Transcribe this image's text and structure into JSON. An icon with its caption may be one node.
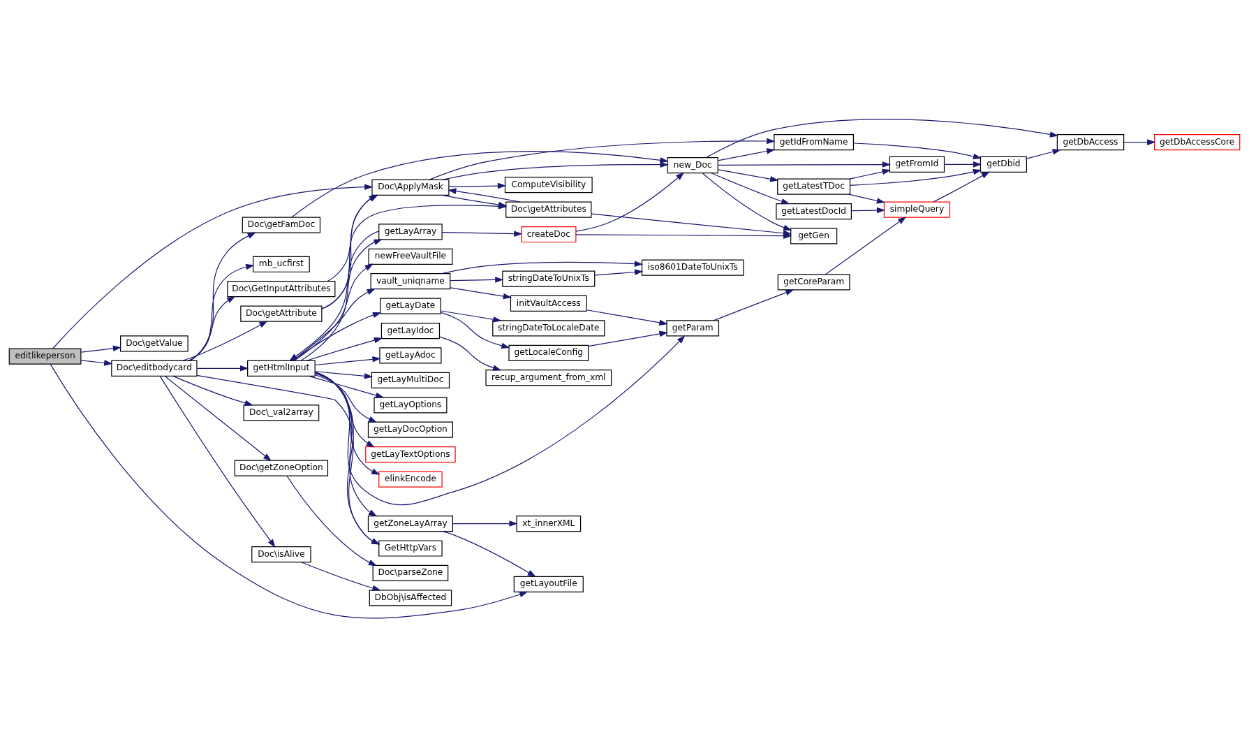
{
  "diagram": {
    "nodes": [
      {
        "text": [
          "editlikeperson"
        ]
      },
      {
        "text": [
          "Doc\\editbodycard"
        ]
      },
      {
        "text": [
          "Doc\\getValue"
        ]
      },
      {
        "text": [
          "getLayoutFile"
        ]
      },
      {
        "text": [
          "getHtmlInput"
        ]
      },
      {
        "text": [
          "getLayAdoc"
        ]
      },
      {
        "text": [
          "getLayMultiDoc"
        ]
      },
      {
        "text": [
          "getLayOptions"
        ]
      },
      {
        "text": [
          "getZoneLayArray"
        ]
      },
      {
        "text": [
          "getLayDocOption"
        ]
      },
      {
        "text": [
          "getLayTextOptions"
        ]
      },
      {
        "text": [
          "elinkEncode"
        ]
      },
      {
        "text": [
          "newFreeVaultFile"
        ]
      },
      {
        "text": [
          "getLayDate"
        ]
      },
      {
        "text": [
          "vault_uniqname"
        ]
      },
      {
        "text": [
          "getLayIdoc"
        ]
      },
      {
        "text": [
          "getLayArray"
        ]
      },
      {
        "text": [
          "GetHttpVars"
        ]
      },
      {
        "text": [
          "xt_innerXML"
        ]
      },
      {
        "text": [
          "stringDateToLocaleDate"
        ]
      },
      {
        "text": [
          "getLocaleConfig"
        ]
      },
      {
        "text": [
          "stringDateToUnixTs"
        ]
      },
      {
        "text": [
          "initVaultAccess"
        ]
      },
      {
        "text": [
          "recup_argument_from_xml"
        ]
      },
      {
        "text": [
          "iso8601DateToUnixTs"
        ]
      },
      {
        "text": [
          "getParam"
        ]
      },
      {
        "text": [
          "getCoreParam"
        ]
      },
      {
        "text": [
          "Doc\\getZoneOption"
        ]
      },
      {
        "text": [
          "Doc\\parseZone"
        ]
      },
      {
        "text": [
          "Doc\\isAlive"
        ]
      },
      {
        "text": [
          "DbObj\\isAffected"
        ]
      },
      {
        "text": [
          "Doc\\getAttribute"
        ]
      },
      {
        "text": [
          "Doc\\_val2array"
        ]
      },
      {
        "text": [
          "Doc\\GetInputAttributes"
        ]
      },
      {
        "text": [
          "mb_ucfirst"
        ]
      },
      {
        "text": [
          "Doc\\getFamDoc"
        ]
      },
      {
        "text": [
          "Doc\\ApplyMask"
        ]
      },
      {
        "text": [
          "createDoc"
        ]
      },
      {
        "text": [
          "Doc\\getAttributes"
        ]
      },
      {
        "text": [
          "ComputeVisibility"
        ]
      },
      {
        "text": [
          "new_Doc"
        ]
      },
      {
        "text": [
          "getIdFromName"
        ]
      },
      {
        "text": [
          "getGen"
        ]
      },
      {
        "text": [
          "getLatestDocId"
        ]
      },
      {
        "text": [
          "getLatestTDoc"
        ]
      },
      {
        "text": [
          "simpleQuery"
        ]
      },
      {
        "text": [
          "getDbid"
        ]
      },
      {
        "text": [
          "getFromId"
        ]
      },
      {
        "text": [
          "getDbAccess"
        ]
      },
      {
        "text": [
          "getDbAccessCore"
        ]
      }
    ],
    "edges": [
      {
        "from": 0,
        "to": 1,
        "arrow": "to"
      },
      {
        "from": 0,
        "to": 2,
        "arrow": "to"
      },
      {
        "from": 0,
        "to": 3,
        "arrow": "to"
      },
      {
        "from": 0,
        "to": 36,
        "arrow": "to"
      },
      {
        "from": 1,
        "to": 4,
        "arrow": "to"
      },
      {
        "from": 1,
        "to": 17,
        "arrow": "to"
      },
      {
        "from": 1,
        "to": 27,
        "arrow": "to"
      },
      {
        "from": 1,
        "to": 29,
        "arrow": "to"
      },
      {
        "from": 1,
        "to": 31,
        "arrow": "to"
      },
      {
        "from": 1,
        "to": 32,
        "arrow": "to"
      },
      {
        "from": 1,
        "to": 33,
        "arrow": "to"
      },
      {
        "from": 1,
        "to": 34,
        "arrow": "to"
      },
      {
        "from": 1,
        "to": 35,
        "arrow": "to"
      },
      {
        "from": 4,
        "to": 5,
        "arrow": "to"
      },
      {
        "from": 4,
        "to": 6,
        "arrow": "to"
      },
      {
        "from": 4,
        "to": 7,
        "arrow": "to"
      },
      {
        "from": 4,
        "to": 8,
        "arrow": "to"
      },
      {
        "from": 4,
        "to": 9,
        "arrow": "to"
      },
      {
        "from": 4,
        "to": 10,
        "arrow": "to"
      },
      {
        "from": 4,
        "to": 11,
        "arrow": "to"
      },
      {
        "from": 4,
        "to": 12,
        "arrow": "to"
      },
      {
        "from": 4,
        "to": 13,
        "arrow": "to"
      },
      {
        "from": 4,
        "to": 14,
        "arrow": "to"
      },
      {
        "from": 4,
        "to": 15,
        "arrow": "to"
      },
      {
        "from": 4,
        "to": 16,
        "arrow": "to"
      },
      {
        "from": 4,
        "to": 17,
        "arrow": "to"
      },
      {
        "from": 4,
        "to": 25,
        "arrow": "to"
      },
      {
        "from": 16,
        "to": 4,
        "arrow": "to"
      },
      {
        "from": 8,
        "to": 3,
        "arrow": "to"
      },
      {
        "from": 8,
        "to": 18,
        "arrow": "to"
      },
      {
        "from": 13,
        "to": 19,
        "arrow": "to"
      },
      {
        "from": 13,
        "to": 20,
        "arrow": "to"
      },
      {
        "from": 14,
        "to": 24,
        "arrow": "to"
      },
      {
        "from": 14,
        "to": 21,
        "arrow": "to"
      },
      {
        "from": 14,
        "to": 22,
        "arrow": "to"
      },
      {
        "from": 15,
        "to": 23,
        "arrow": "to"
      },
      {
        "from": 16,
        "to": 37,
        "arrow": "to"
      },
      {
        "from": 20,
        "to": 25,
        "arrow": "to"
      },
      {
        "from": 21,
        "to": 24,
        "arrow": "to"
      },
      {
        "from": 22,
        "to": 25,
        "arrow": "to"
      },
      {
        "from": 25,
        "to": 26,
        "arrow": "to"
      },
      {
        "from": 26,
        "to": 45,
        "arrow": "to"
      },
      {
        "from": 27,
        "to": 28,
        "arrow": "to"
      },
      {
        "from": 29,
        "to": 30,
        "arrow": "to"
      },
      {
        "from": 31,
        "to": 38,
        "arrow": "to"
      },
      {
        "from": 31,
        "to": 36,
        "arrow": "to"
      },
      {
        "from": 33,
        "to": 36,
        "arrow": "to"
      },
      {
        "from": 35,
        "to": 40,
        "arrow": "to"
      },
      {
        "from": 36,
        "to": 41,
        "arrow": "to"
      },
      {
        "from": 36,
        "to": 38,
        "arrow": "to"
      },
      {
        "from": 38,
        "to": 36,
        "arrow": "to"
      },
      {
        "from": 36,
        "to": 40,
        "arrow": "to"
      },
      {
        "from": 36,
        "to": 39,
        "arrow": "to"
      },
      {
        "from": 37,
        "to": 42,
        "arrow": "to"
      },
      {
        "from": 37,
        "to": 40,
        "arrow": "to"
      },
      {
        "from": 38,
        "to": 42,
        "arrow": "to"
      },
      {
        "from": 40,
        "to": 41,
        "arrow": "to"
      },
      {
        "from": 40,
        "to": 42,
        "arrow": "to"
      },
      {
        "from": 40,
        "to": 43,
        "arrow": "to"
      },
      {
        "from": 40,
        "to": 44,
        "arrow": "to"
      },
      {
        "from": 40,
        "to": 47,
        "arrow": "to"
      },
      {
        "from": 40,
        "to": 48,
        "arrow": "to"
      },
      {
        "from": 43,
        "to": 45,
        "arrow": "to"
      },
      {
        "from": 44,
        "to": 45,
        "arrow": "to"
      },
      {
        "from": 44,
        "to": 46,
        "arrow": "to"
      },
      {
        "from": 44,
        "to": 47,
        "arrow": "to"
      },
      {
        "from": 45,
        "to": 46,
        "arrow": "to"
      },
      {
        "from": 41,
        "to": 46,
        "arrow": "to"
      },
      {
        "from": 47,
        "to": 46,
        "arrow": "to"
      },
      {
        "from": 46,
        "to": 48,
        "arrow": "to"
      },
      {
        "from": 48,
        "to": 49,
        "arrow": "to"
      }
    ]
  }
}
